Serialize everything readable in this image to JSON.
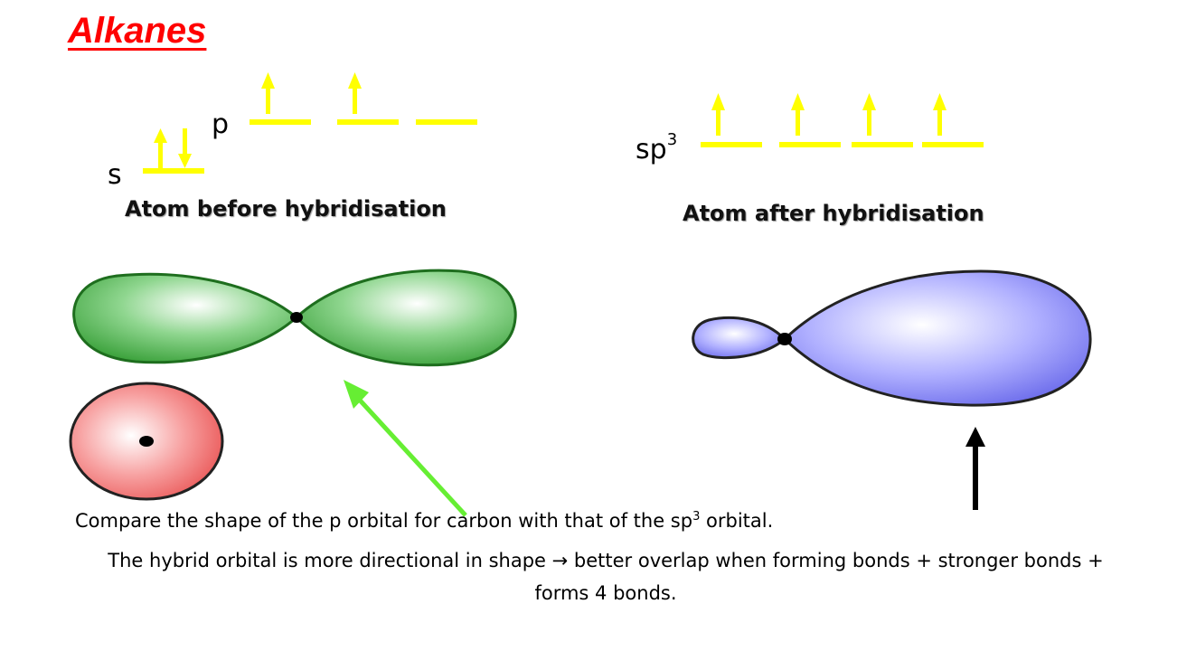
{
  "title": "Alkanes",
  "before": {
    "s_label": "s",
    "p_label": "p",
    "caption": "Atom before hybridisation"
  },
  "after": {
    "sp_label": "sp",
    "sp_superscript": "3",
    "caption": "Atom after hybridisation"
  },
  "colors": {
    "title": "#ff0000",
    "electron": "#ffff00",
    "p_orbital": "#3aa53a",
    "s_orbital": "#f06060",
    "sp3_orbital": "#7070ee",
    "green_arrow": "#66ee33",
    "black_arrow": "#000000"
  },
  "compare": {
    "prefix": "Compare the shape of the p orbital for carbon with that of the sp",
    "superscript": "3",
    "suffix": " orbital."
  },
  "conclusion": {
    "part1": "The hybrid orbital is more directional in shape ",
    "arrow": "→",
    "part2": " better overlap when forming bonds + stronger bonds + forms 4 bonds."
  }
}
